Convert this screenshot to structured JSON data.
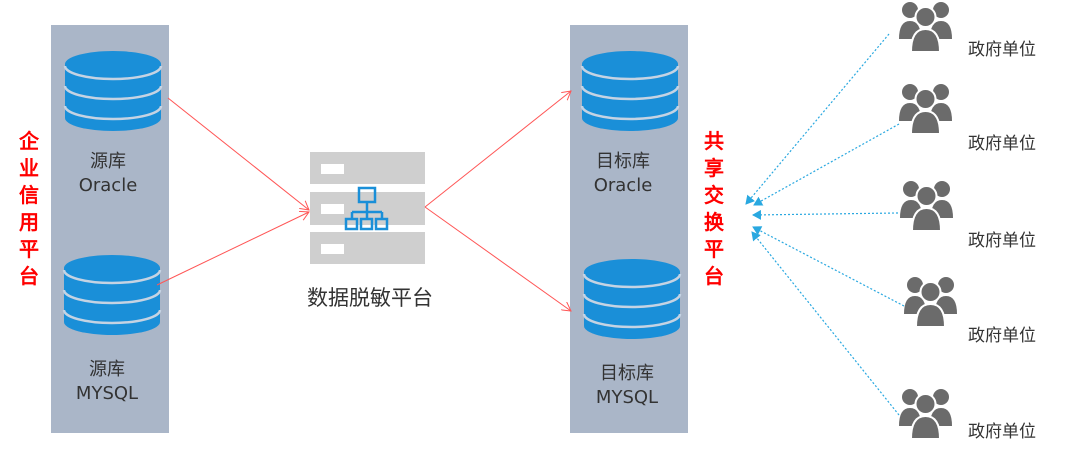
{
  "left_group": {
    "title": "企业信用平台",
    "databases": [
      {
        "line1": "源库",
        "line2": "Oracle"
      },
      {
        "line1": "源库",
        "line2": "MYSQL"
      }
    ]
  },
  "center": {
    "label": "数据脱敏平台",
    "icon": "network-hierarchy-icon"
  },
  "right_group": {
    "title": "共享交换平台",
    "databases": [
      {
        "line1": "目标库",
        "line2": "Oracle"
      },
      {
        "line1": "目标库",
        "line2": "MYSQL"
      }
    ]
  },
  "consumers": [
    {
      "label": "政府单位",
      "icon": "people-group-icon"
    },
    {
      "label": "政府单位",
      "icon": "people-group-icon"
    },
    {
      "label": "政府单位",
      "icon": "people-group-icon"
    },
    {
      "label": "政府单位",
      "icon": "people-group-icon"
    },
    {
      "label": "政府单位",
      "icon": "people-group-icon"
    }
  ],
  "colors": {
    "panel": "#aab6c8",
    "database": "#1a8fd8",
    "flow_arrow": "#ff5555",
    "share_arrow": "#29a8e0",
    "title_text": "#ff0000",
    "people": "#6b6b6b"
  }
}
